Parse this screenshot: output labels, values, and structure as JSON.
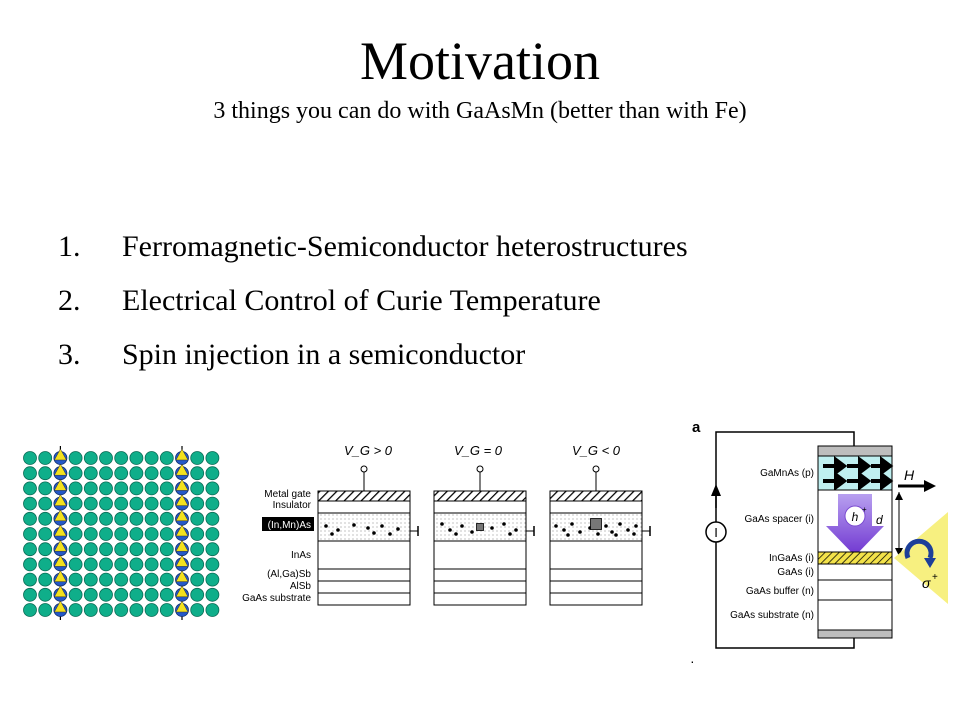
{
  "slide": {
    "title": "Motivation",
    "subtitle": "3 things you can do with GaAsMn (better than with Fe)"
  },
  "items": [
    {
      "num": "1.",
      "text": "Ferromagnetic-Semiconductor heterostructures"
    },
    {
      "num": "2.",
      "text": "Electrical Control of Curie Temperature"
    },
    {
      "num": "3.",
      "text": "Spin injection in a semiconductor"
    }
  ],
  "fig_gate": {
    "panel_labels": [
      "V_G > 0",
      "V_G = 0",
      "V_G < 0"
    ],
    "layer_labels": [
      "Metal gate",
      "Insulator",
      "(In,Mn)As",
      "InAs",
      "(Al,Ga)Sb",
      "AlSb",
      "GaAs substrate"
    ]
  },
  "fig_led": {
    "panel_letter": "a",
    "layer_labels": [
      "GaMnAs (p)",
      "GaAs spacer (i)",
      "InGaAs (i)",
      "GaAs (i)",
      "GaAs buffer (n)",
      "GaAs substrate (n)"
    ],
    "field_label": "H",
    "distance_label": "d",
    "carrier_label": "h",
    "current_label": "I",
    "polarization_label": "σ",
    "footer_mark": "·"
  },
  "colors": {
    "atom": "#0fae8a",
    "chain_blue": "#2458c8",
    "chain_yellow": "#f3e11e",
    "led_cyan": "#bfeff0",
    "led_arrow": "#8a55d8",
    "led_yellow": "#f7f080"
  }
}
